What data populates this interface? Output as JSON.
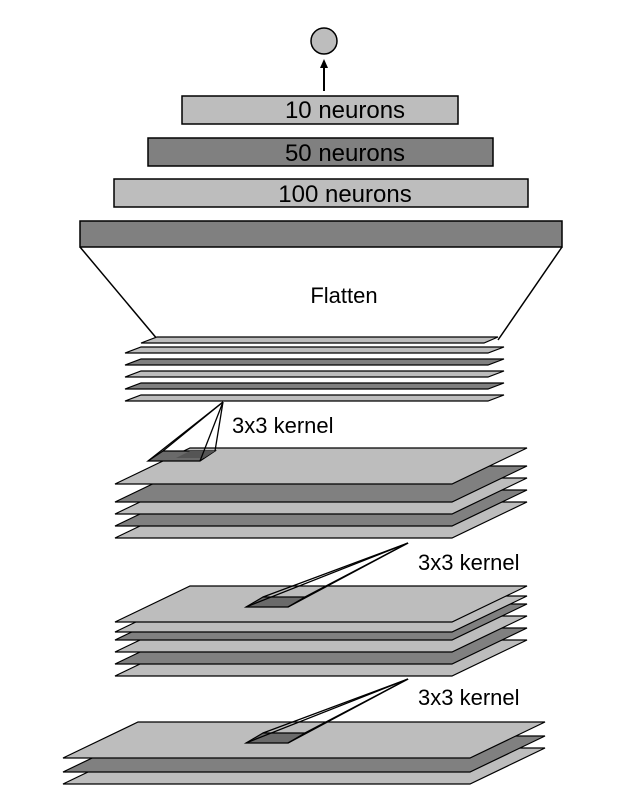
{
  "colors": {
    "light_layer": "#bdbdbd",
    "dark_layer": "#808080",
    "kernel": "#6a6a6a",
    "output_node": "#bdbdbd",
    "stroke": "#000000",
    "background": "#ffffff"
  },
  "output": {
    "label": ""
  },
  "dense_layers": [
    {
      "label": "10 neurons"
    },
    {
      "label": "50 neurons"
    },
    {
      "label": "100 neurons"
    }
  ],
  "flatten": {
    "label": "Flatten"
  },
  "kernels": [
    {
      "label": "3x3 kernel"
    },
    {
      "label": "3x3 kernel"
    },
    {
      "label": "3x3 kernel"
    }
  ]
}
